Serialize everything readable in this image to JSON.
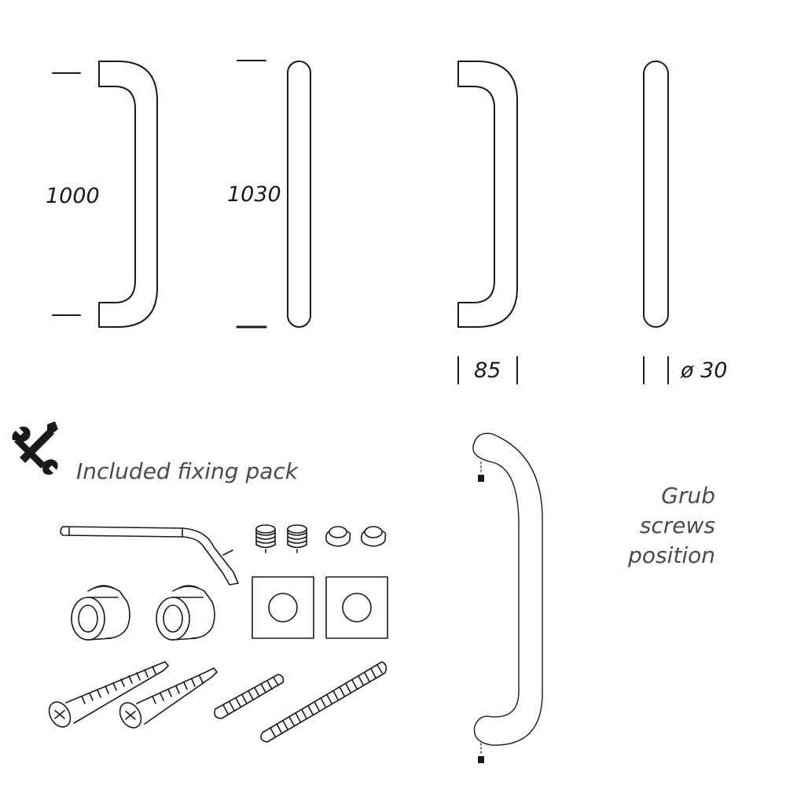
{
  "dimensions": {
    "overall_length": "1000",
    "centres": "1030",
    "projection": "85",
    "diameter": "ø 30"
  },
  "fixing_pack": {
    "title": "Included fixing pack",
    "icon": "tools-icon"
  },
  "grub_screws": {
    "label": "Grub screws position"
  },
  "colors": {
    "line": "#1a1a1a",
    "caption": "#4a4a4a",
    "background": "#ffffff"
  }
}
